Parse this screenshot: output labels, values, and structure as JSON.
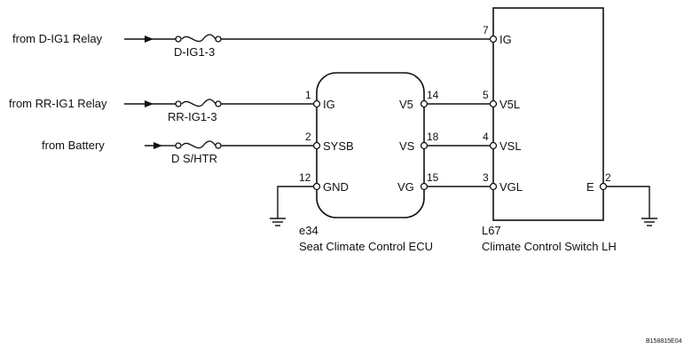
{
  "sources": {
    "d_ig1_relay": "from D-IG1 Relay",
    "rr_ig1_relay": "from RR-IG1 Relay",
    "battery": "from Battery"
  },
  "fuses": {
    "d_ig1_3": "D-IG1-3",
    "rr_ig1_3": "RR-IG1-3",
    "ds_htr": "D S/HTR"
  },
  "ecu": {
    "code": "e34",
    "name": "Seat Climate Control ECU",
    "pins": [
      {
        "num": "1",
        "label": "IG"
      },
      {
        "num": "2",
        "label": "SYSB"
      },
      {
        "num": "12",
        "label": "GND"
      },
      {
        "num": "14",
        "label": "V5"
      },
      {
        "num": "18",
        "label": "VS"
      },
      {
        "num": "15",
        "label": "VG"
      }
    ]
  },
  "switch": {
    "code": "L67",
    "name": "Climate Control Switch LH",
    "pins": [
      {
        "num": "7",
        "label": "IG"
      },
      {
        "num": "5",
        "label": "V5L"
      },
      {
        "num": "4",
        "label": "VSL"
      },
      {
        "num": "3",
        "label": "VGL"
      },
      {
        "num": "2",
        "label": "E"
      }
    ]
  },
  "figure_id": "B158815E04"
}
